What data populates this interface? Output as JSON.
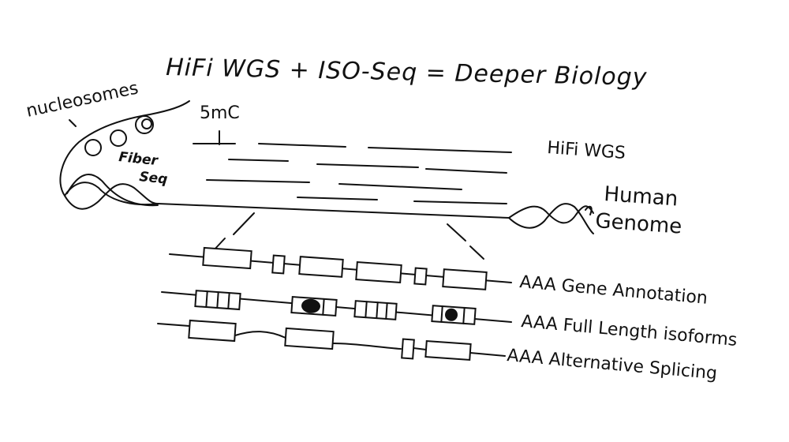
{
  "diagram": {
    "title": "HiFi WGS + ISO-Seq = Deeper Biology",
    "labels": {
      "nucleosomes": "nucleosomes",
      "methylation": "5mC",
      "fiber_seq_line1": "Fiber",
      "fiber_seq_line2": "Seq",
      "hifi_wgs": "HiFi WGS",
      "human_genome_line1": "Human",
      "human_genome_line2": "Genome"
    },
    "tracks": [
      {
        "label": "AAA Gene Annotation"
      },
      {
        "label": "AAA Full Length isoforms"
      },
      {
        "label": "AAA Alternative Splicing"
      }
    ]
  }
}
